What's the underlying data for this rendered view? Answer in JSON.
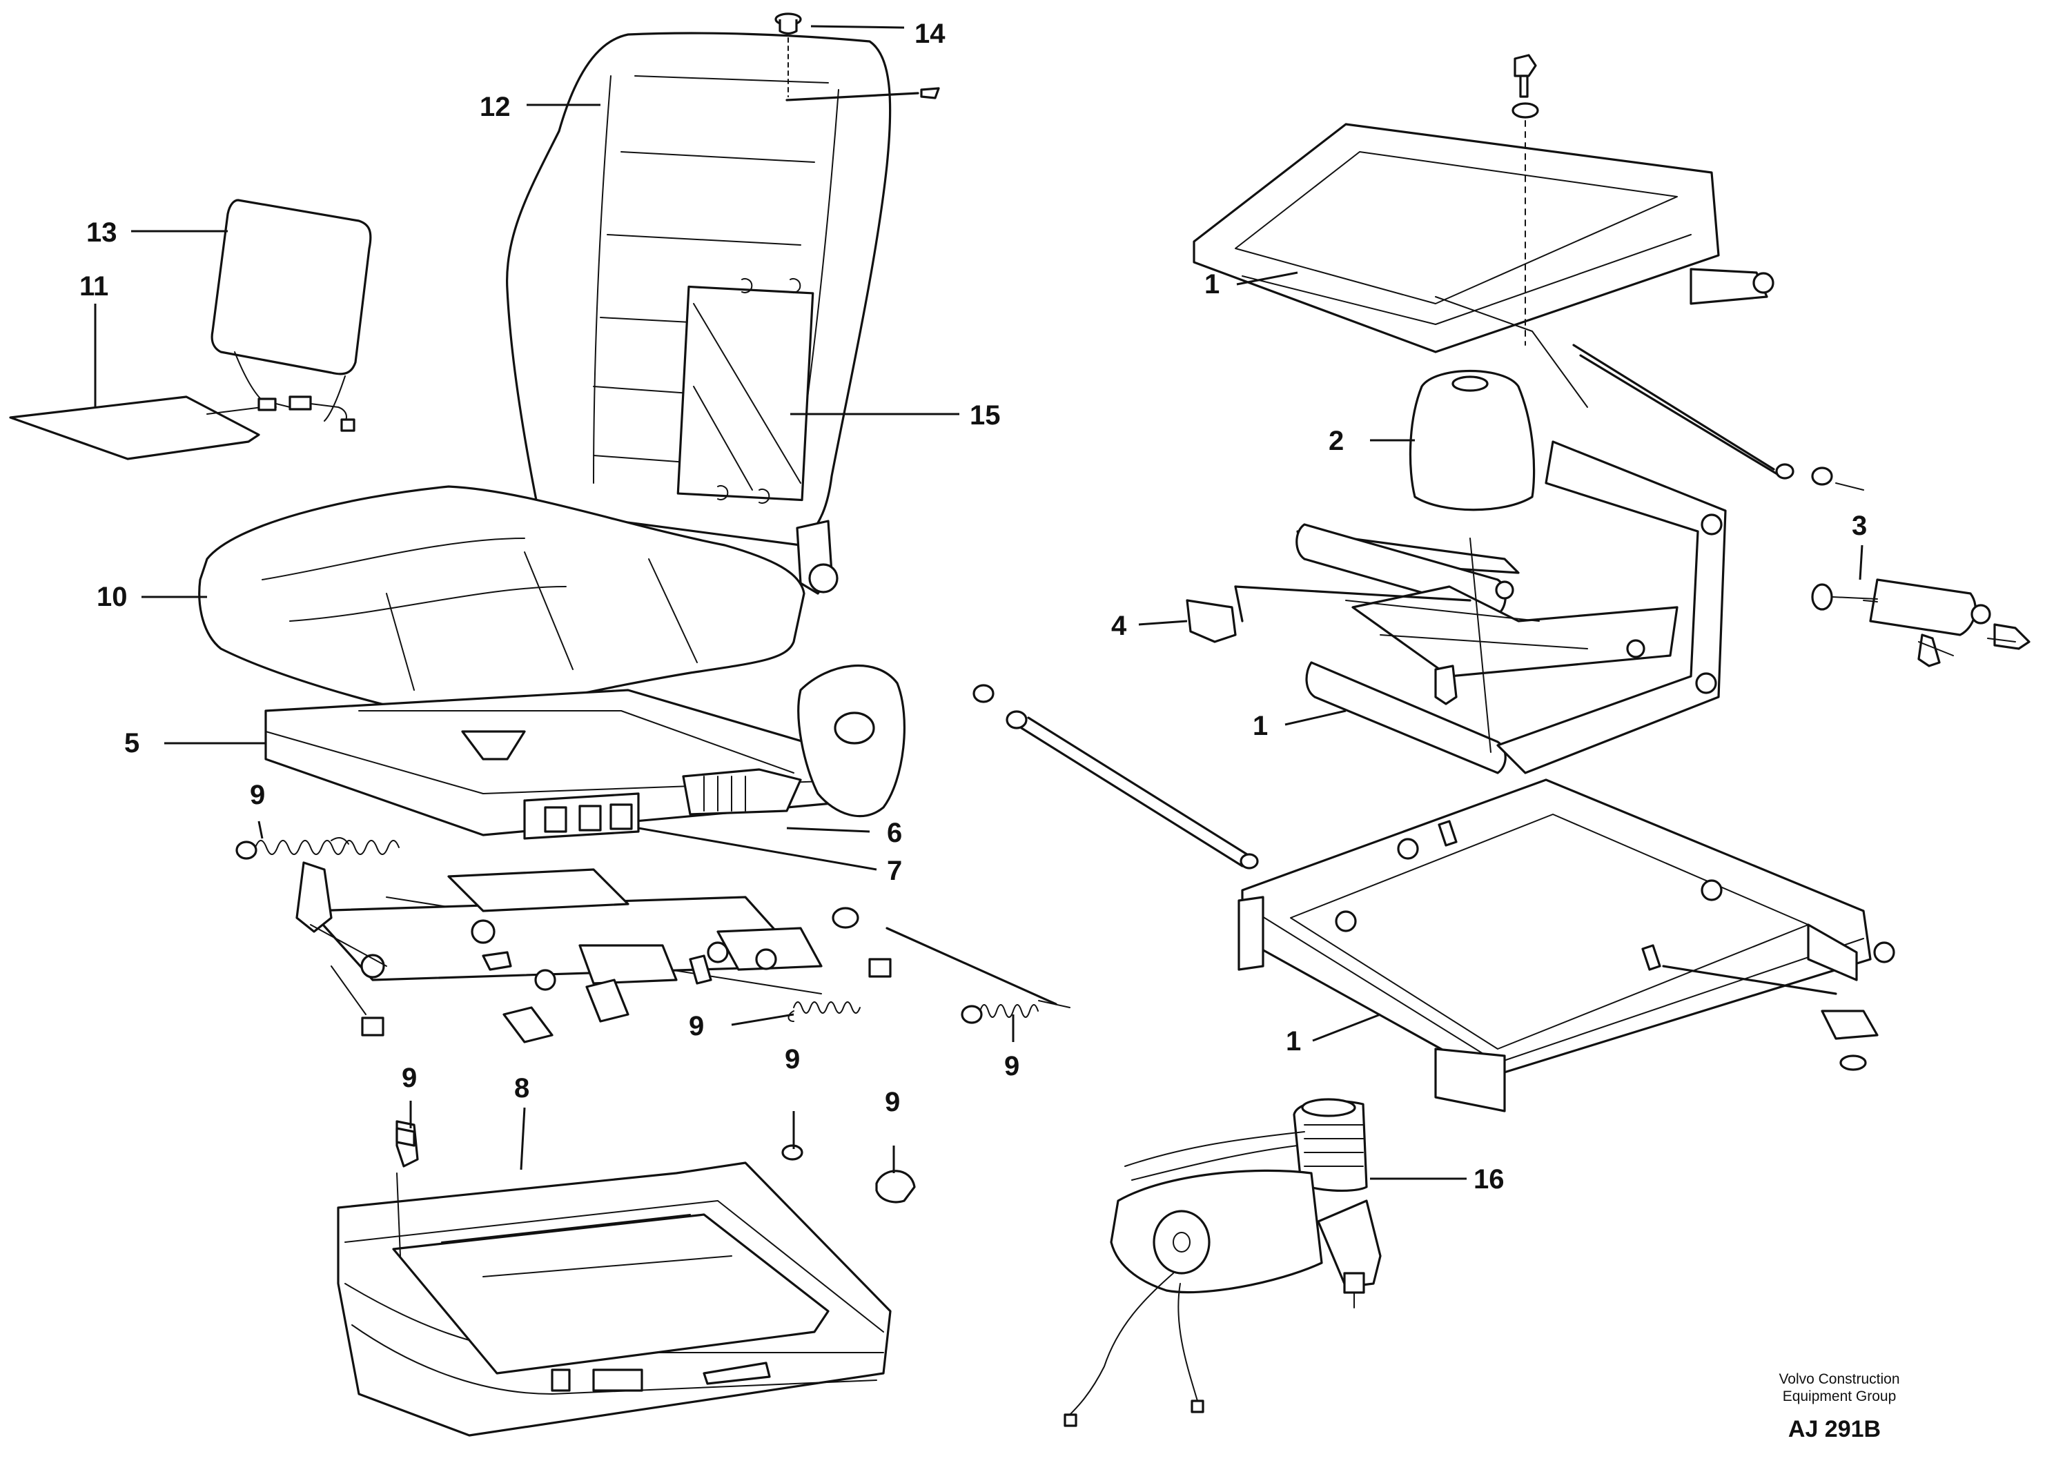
{
  "labels": {
    "l1a": "1",
    "l1b": "1",
    "l1c": "1",
    "l2": "2",
    "l3": "3",
    "l4": "4",
    "l5": "5",
    "l6": "6",
    "l7": "7",
    "l8": "8",
    "l9a": "9",
    "l9b": "9",
    "l9c": "9",
    "l9d": "9",
    "l9e": "9",
    "l9f": "9",
    "l10": "10",
    "l11": "11",
    "l12": "12",
    "l13": "13",
    "l14": "14",
    "l15": "15",
    "l16": "16"
  },
  "credit": {
    "line1": "Volvo Construction",
    "line2": "Equipment Group",
    "code": "AJ 291B"
  }
}
